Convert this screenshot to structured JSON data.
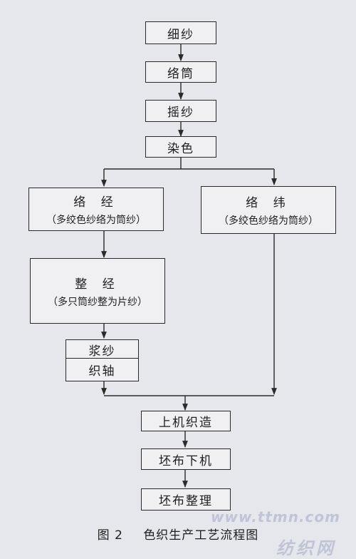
{
  "diagram": {
    "caption_number": "图 2",
    "caption_title": "色织生产工艺流程图",
    "nodes": {
      "spinning": "细纱",
      "winding": "络筒",
      "reeling": "摇纱",
      "dyeing": "染色",
      "warp_winding": {
        "title": "络 经",
        "note": "（多绞色纱络为筒纱）"
      },
      "weft_winding": {
        "title": "络 纬",
        "note": "（多绞色纱络为筒纱）"
      },
      "warping": {
        "title": "整 经",
        "note": "（多只筒纱整为片纱）"
      },
      "sizing": "浆纱",
      "beaming": "织轴",
      "weaving": "上机织造",
      "doffing": "坯布下机",
      "finishing": "坯布整理"
    }
  },
  "watermark": {
    "url": "www.ttmn.com",
    "name": "纺织网"
  }
}
